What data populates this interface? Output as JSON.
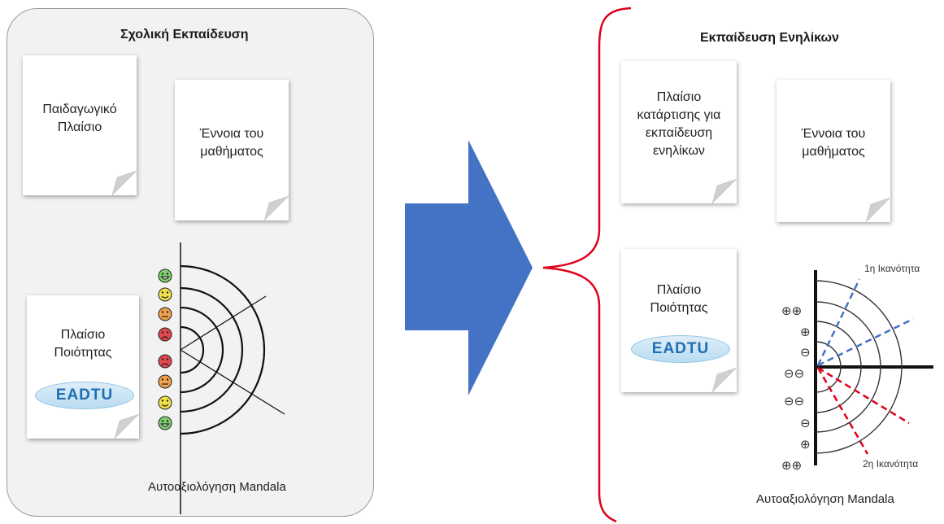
{
  "left_panel": {
    "title": "Σχολική Εκπαίδευση",
    "doc1": "Παιδαγωγικό Πλαίσιο",
    "doc2": "Έννοια του μαθήματος",
    "doc3": "Πλαίσιο Ποιότητας",
    "logo": "EADTU",
    "caption": "Αυτοαξιολόγηση Mandala",
    "smileys": [
      "very-happy",
      "happy",
      "neutral",
      "sad",
      "sad",
      "neutral",
      "happy",
      "very-happy"
    ]
  },
  "right_panel": {
    "title": "Εκπαίδευση Ενηλίκων",
    "doc1": "Πλαίσιο κατάρτισης για εκπαίδευση ενηλίκων",
    "doc2": "Έννοια του μαθήματος",
    "doc3": "Πλαίσιο Ποιότητας",
    "logo": "EADTU",
    "caption": "Αυτοαξιολόγηση Mandala",
    "competence1": "1η Ικανότητα",
    "competence2": "2η Ικανότητα",
    "scale_labels": [
      "⊕⊕",
      "⊕",
      "⊖",
      "⊖⊖",
      "⊖⊖",
      "⊖",
      "⊕",
      "⊕⊕"
    ]
  },
  "colors": {
    "arrow": "#4472c4",
    "brace": "#e0001a",
    "competence1_lines": "#4472c4",
    "competence2_lines": "#e0001a"
  }
}
